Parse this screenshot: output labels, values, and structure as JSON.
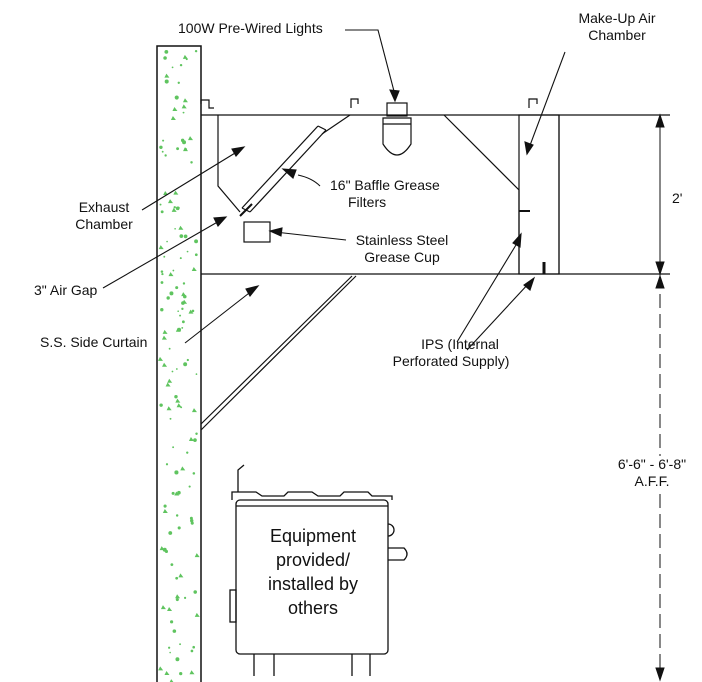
{
  "labels": {
    "lights": "100W Pre-Wired Lights",
    "makeup_air_line1": "Make-Up Air",
    "makeup_air_line2": "Chamber",
    "baffle_line1": "16\" Baffle Grease",
    "baffle_line2": "Filters",
    "exhaust_line1": "Exhaust",
    "exhaust_line2": "Chamber",
    "grease_cup_line1": "Stainless Steel",
    "grease_cup_line2": "Grease Cup",
    "air_gap": "3\" Air Gap",
    "side_curtain": "S.S. Side Curtain",
    "ips_line1": "IPS (Internal",
    "ips_line2": "Perforated Supply)",
    "height_2ft": "2'",
    "aff_line1": "6'-6\" - 6'-8\"",
    "aff_line2": "A.F.F.",
    "equipment_line1": "Equipment",
    "equipment_line2": "provided/",
    "equipment_line3": "installed by",
    "equipment_line4": "others"
  },
  "colors": {
    "line": "#111111",
    "wall_speckle": "#5fc45f",
    "background": "#ffffff"
  }
}
